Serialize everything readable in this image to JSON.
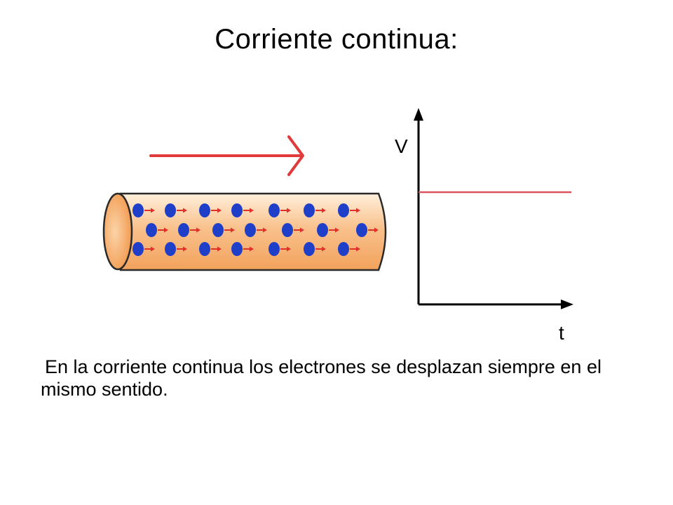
{
  "slide": {
    "title": "Corriente continua:",
    "body": "En la corriente continua los electrones se desplazan siempre en el mismo sentido."
  },
  "graph": {
    "y_axis_label": "V",
    "x_axis_label": "t"
  },
  "colors": {
    "current_arrow": "#e03a3a",
    "wire_fill": "#f7b47a",
    "electron": "#1f3fc8",
    "electron_arrow": "#e0302a",
    "voltage_line": "#d9545e",
    "axis": "#000000"
  }
}
